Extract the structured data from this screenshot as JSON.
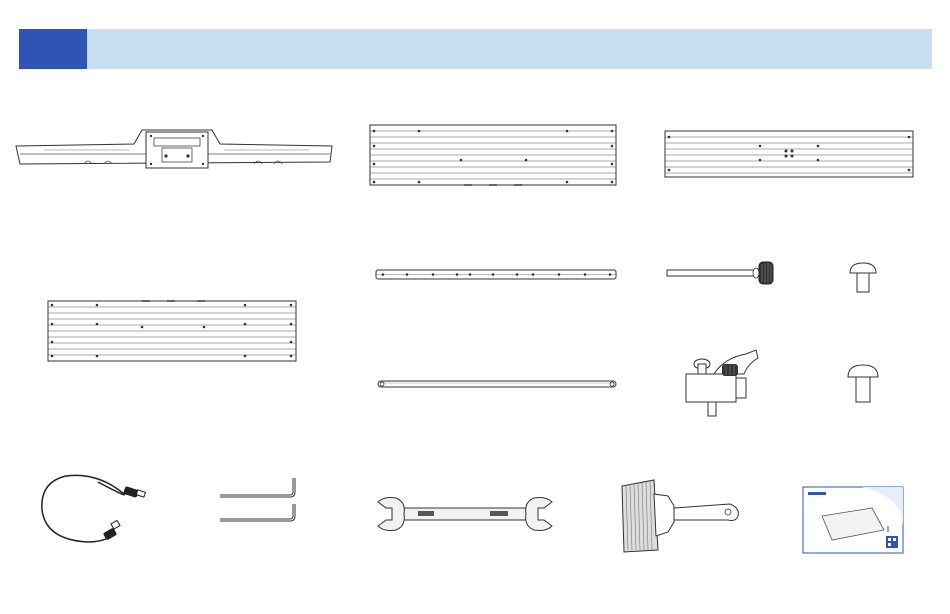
{
  "header": {
    "number": "",
    "title": "",
    "accent_color": "#2e54b6",
    "band_color": "#c9ddf3"
  },
  "parts": [
    {
      "id": "x-axis-gantry",
      "icon": "gantry-beam-icon"
    },
    {
      "id": "large-extrusion-plate",
      "icon": "extrusion-plate-icon"
    },
    {
      "id": "medium-extrusion-plate",
      "icon": "extrusion-plate-icon"
    },
    {
      "id": "left-extrusion-plate",
      "icon": "extrusion-plate-icon"
    },
    {
      "id": "flat-bracket-bar",
      "icon": "flat-bar-icon"
    },
    {
      "id": "round-rod",
      "icon": "rod-icon"
    },
    {
      "id": "knob-shaft",
      "icon": "knob-shaft-icon"
    },
    {
      "id": "small-mushroom-screw",
      "icon": "mushroom-screw-icon"
    },
    {
      "id": "clamp-lever",
      "icon": "clamp-lever-icon"
    },
    {
      "id": "large-mushroom-screw",
      "icon": "mushroom-screw-icon"
    },
    {
      "id": "usb-cable",
      "icon": "usb-cable-icon"
    },
    {
      "id": "allen-keys",
      "icon": "allen-key-icon"
    },
    {
      "id": "wrench",
      "icon": "wrench-icon"
    },
    {
      "id": "brush",
      "icon": "brush-icon"
    },
    {
      "id": "quick-start-card",
      "icon": "manual-card-icon"
    }
  ]
}
